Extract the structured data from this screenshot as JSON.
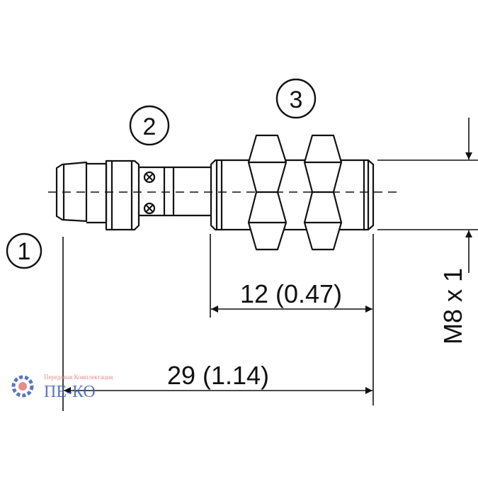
{
  "callouts": {
    "one": "1",
    "two": "2",
    "three": "3"
  },
  "dimensions": {
    "thread_length_mm": "12",
    "thread_length_in": "(0.47)",
    "total_length_mm": "29",
    "total_length_in": "(1.14)",
    "thread_spec": "M8 x 1"
  },
  "watermark": {
    "tagline": "Передовая Комплектация",
    "brand": "ПЕ-КО"
  },
  "colors": {
    "line": "#111111",
    "watermark_blue": "#3b5fb0",
    "watermark_red": "#e07a7a"
  }
}
